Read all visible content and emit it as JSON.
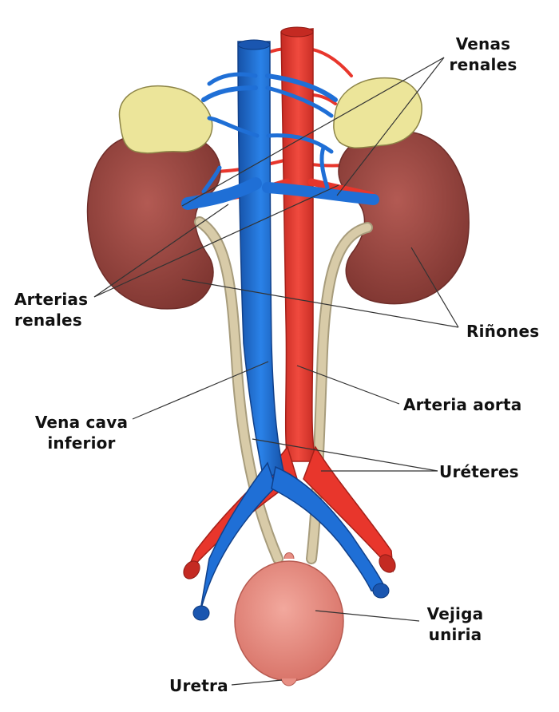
{
  "labels": {
    "venas_renales": [
      "Venas",
      "renales"
    ],
    "arterias_renales": [
      "Arterias",
      "renales"
    ],
    "rinones": "Riñones",
    "arteria_aorta": "Arteria aorta",
    "vena_cava_inferior": [
      "Vena cava",
      "inferior"
    ],
    "ureteres": "Uréteres",
    "vejiga": [
      "Vejiga",
      "uniria"
    ],
    "uretra": "Uretra"
  },
  "colors": {
    "vein": "#1f6fd6",
    "vein_dark": "#1a56b0",
    "artery": "#e8362c",
    "artery_dark": "#c42a22",
    "kidney": "#a24a44",
    "kidney_dark": "#7f3631",
    "adrenal": "#ece59a",
    "ureter": "#d8cba8",
    "bladder": "#e88f84",
    "leader": "#333333"
  }
}
